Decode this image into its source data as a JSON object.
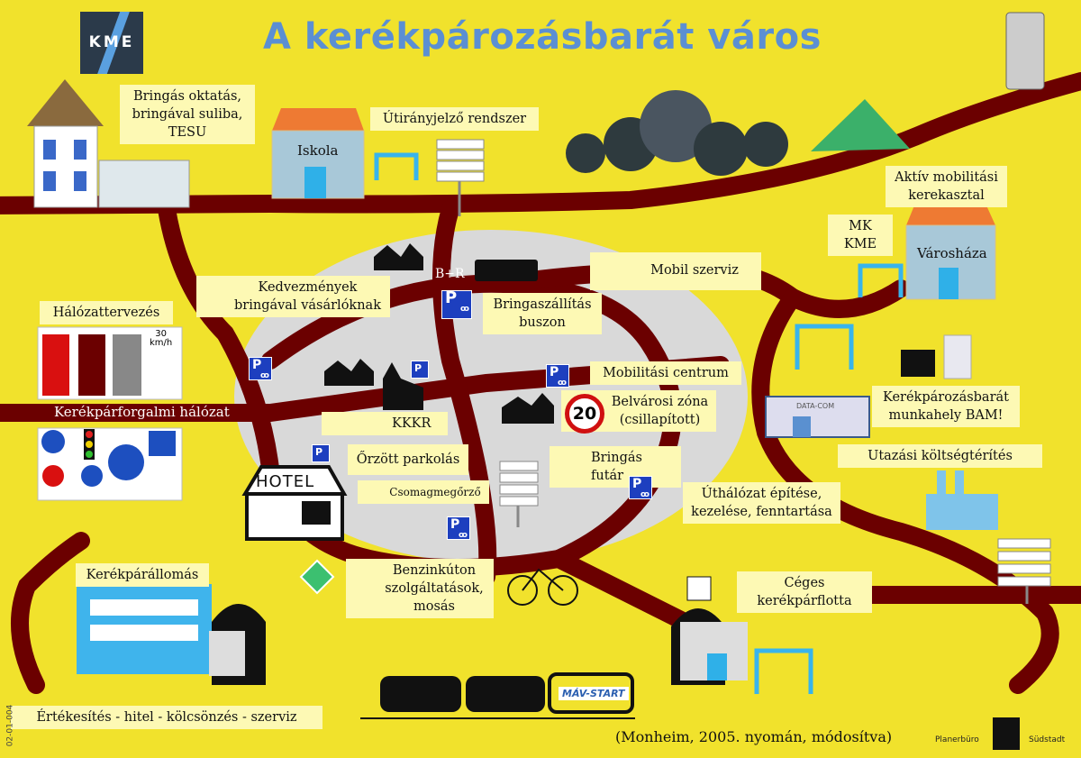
{
  "title": "A kerékpározásbarát város",
  "logo_text": "KME",
  "colors": {
    "background": "#f1e22c",
    "road": "#6b0000",
    "center": "#d9d9d9",
    "label_bg": "#fdf9b4",
    "title": "#5b8fd3",
    "parking_sign": "#1d3fbf"
  },
  "labels": {
    "education": [
      "Bringás oktatás,",
      "bringával suliba,",
      "TESU"
    ],
    "signage": "Útirányjelző rendszer",
    "school": "Iskola",
    "discounts": [
      "Kedvezmények",
      "bringával vásárlóknak"
    ],
    "network_planning": "Hálózattervezés",
    "network": "Kerékpárforgalmi hálózat",
    "br": "B+R",
    "bus_transport": [
      "Bringaszállítás",
      "buszon"
    ],
    "mobile_service": "Mobil szerviz",
    "active_mobility": [
      "Aktív mobilitási",
      "kerekasztal"
    ],
    "mk_kme": [
      "MK",
      "KME"
    ],
    "town_hall": "Városháza",
    "mobility_center": "Mobilitási centrum",
    "inner_zone": [
      "Belvárosi zóna",
      "(csillapított)"
    ],
    "speed_limit": "20",
    "kkkr": "KKKR",
    "guarded_parking": "Őrzött parkolás",
    "luggage": "Csomagmegőrző",
    "courier": "Bringás futár",
    "bike_friendly_workplace": [
      "Kerékpározásbarát",
      "munkahely BAM!"
    ],
    "travel_reimbursement": "Utazási költségtérítés",
    "road_maintenance": [
      "Úthálózat építése,",
      "kezelése, fenntartása"
    ],
    "hotel": "HOTEL",
    "bike_station": "Kerékpárállomás",
    "petrol_station": [
      "Benzinkúton",
      "szolgáltatások,",
      "mosás"
    ],
    "company_fleet": [
      "Céges",
      "kerékpárflotta"
    ],
    "sales": "Értékesítés - hitel - kölcsönzés - szerviz",
    "train_brand": "MÁV-START",
    "company_sign": "DATA-COM",
    "speed_sign": [
      "30",
      "km/h"
    ],
    "parking_letter": "P"
  },
  "reference": "(Monheim, 2005. nyomán, módosítva)",
  "doc_code": "02-01-004",
  "credits": [
    "Planerbüro",
    "Südstadt"
  ]
}
